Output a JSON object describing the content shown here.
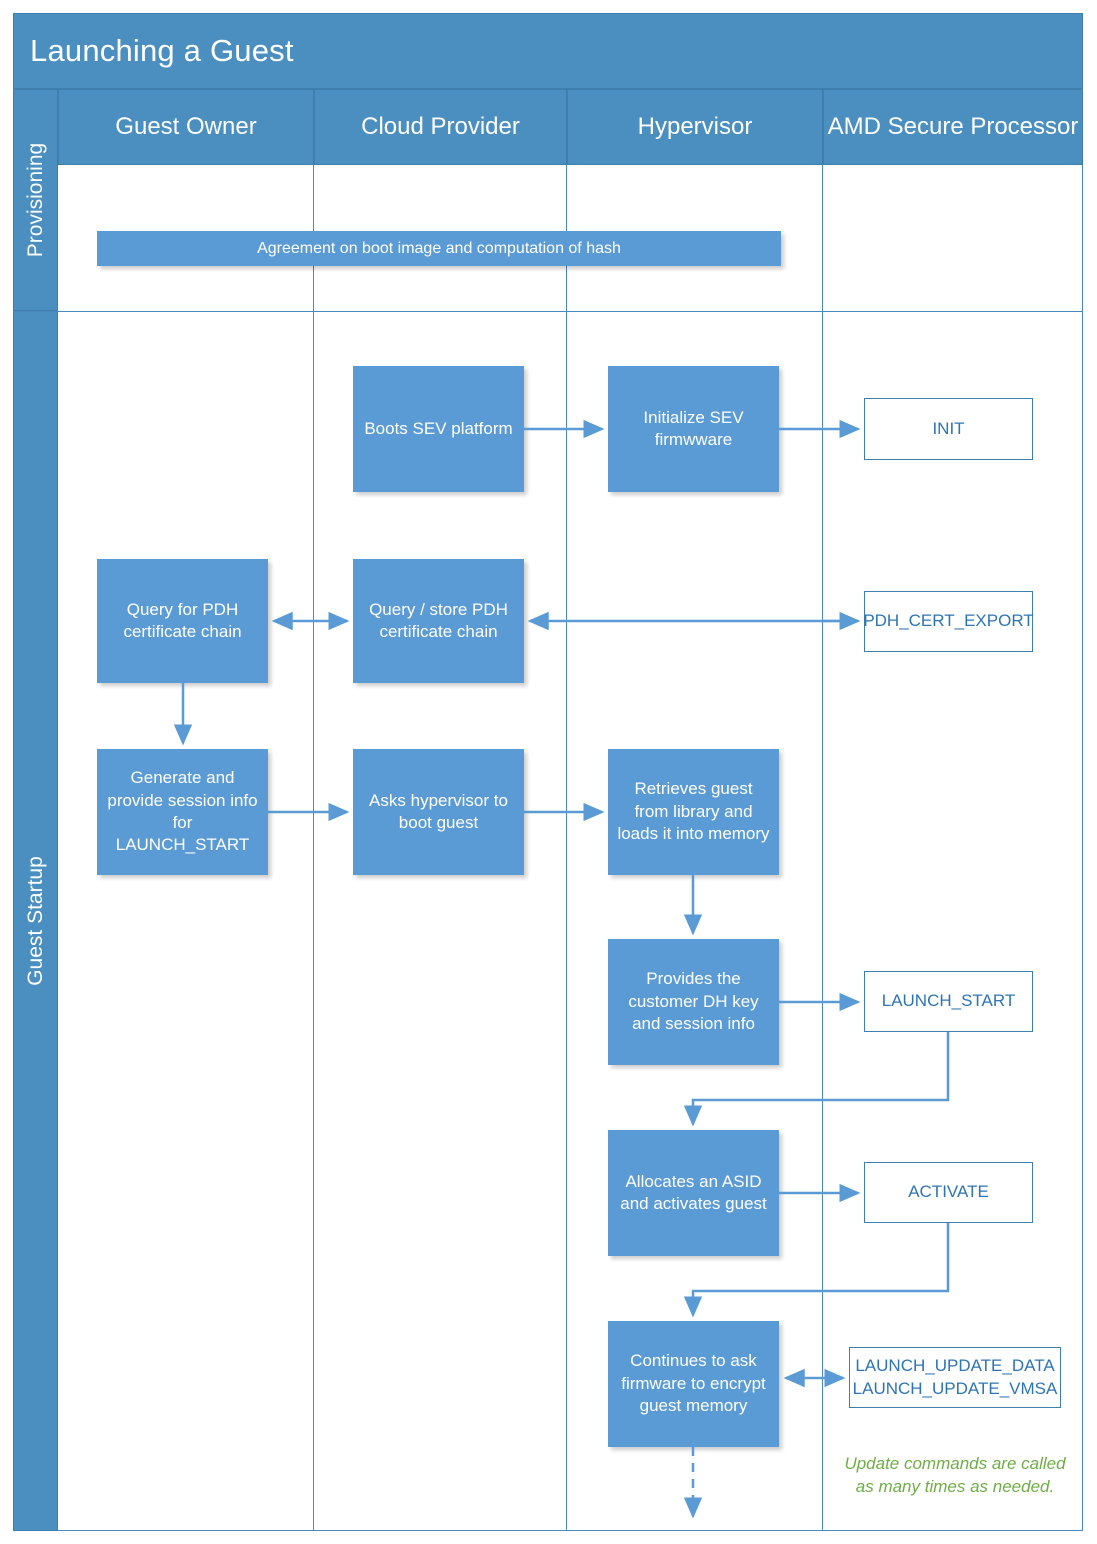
{
  "title": "Launching a Guest",
  "colors": {
    "header_blue": "#4a8fc0",
    "box_blue": "#5b9bd5",
    "outline_blue": "#3f7fae",
    "text_blue": "#2e74b5",
    "note_green": "#70ad47",
    "white": "#ffffff"
  },
  "lanes": [
    {
      "label": "Provisioning"
    },
    {
      "label": "Guest Startup"
    }
  ],
  "columns": [
    {
      "label": "Guest Owner"
    },
    {
      "label": "Cloud Provider"
    },
    {
      "label": "Hypervisor"
    },
    {
      "label": "AMD Secure Processor"
    }
  ],
  "banner": {
    "text": "Agreement on boot image and computation of hash"
  },
  "nodes": {
    "boots_sev": "Boots SEV platform",
    "init_fw": "Initialize SEV firmwware",
    "init_cmd": "INIT",
    "query_pdh_owner": "Query for PDH certificate chain",
    "query_pdh_provider": "Query / store PDH certificate chain",
    "pdh_cert_export": "PDH_CERT_EXPORT",
    "generate_session": "Generate and provide session info for LAUNCH_START",
    "asks_hypervisor": "Asks hypervisor to boot guest",
    "retrieves_guest": "Retrieves guest from library and  loads it into memory",
    "provides_dh": "Provides the customer DH key and session info",
    "launch_start_cmd": "LAUNCH_START",
    "allocates_asid": "Allocates an ASID and activates guest",
    "activate_cmd": "ACTIVATE",
    "continues_encrypt": "Continues to ask firmware to encrypt guest memory",
    "launch_update_data": "LAUNCH_UPDATE_DATA",
    "launch_update_vmsa": "LAUNCH_UPDATE_VMSA"
  },
  "note": {
    "line1": "Update commands are called",
    "line2": "as many times as needed."
  }
}
